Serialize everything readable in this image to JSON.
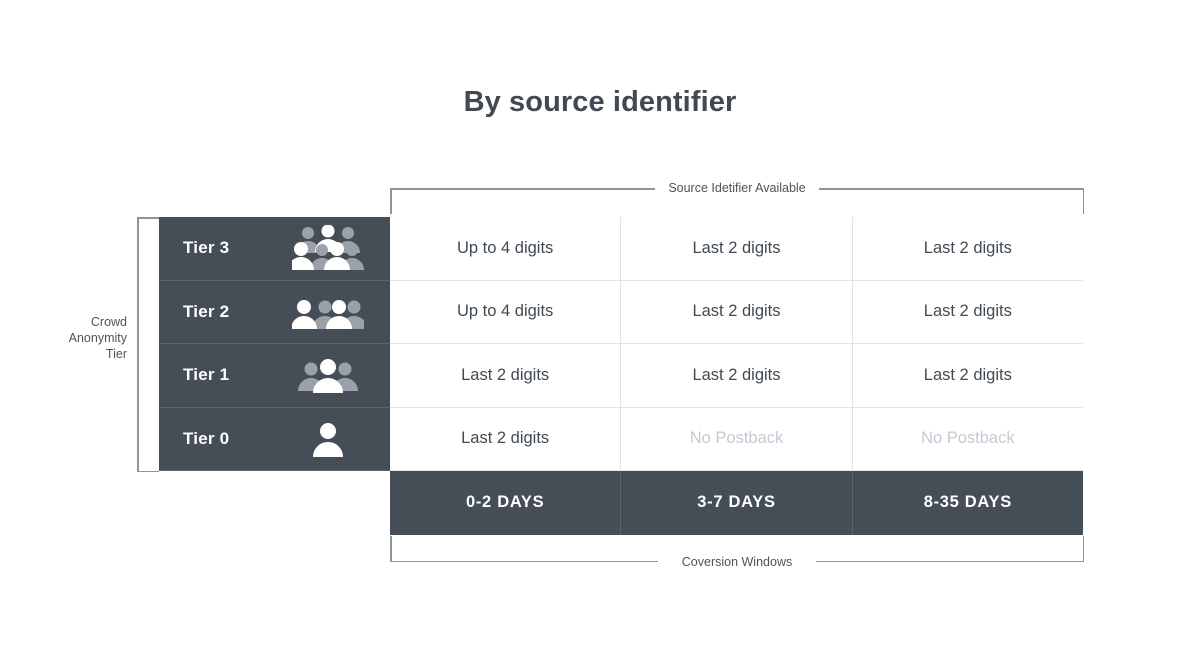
{
  "title": "By source identifier",
  "colors": {
    "panel_dark": "#454e56",
    "text_dark": "#414a52",
    "text_muted": "#c4cad2",
    "bracket_line": "#8d949d",
    "cell_border": "#e2e5e8",
    "icon_light": "#ffffff",
    "icon_gray": "#9aa1a9",
    "background": "#ffffff"
  },
  "brackets": {
    "top_label": "Source Idetifier Available",
    "bottom_label": "Coversion Windows",
    "row_axis_label": "Crowd\nAnonymity\nTier"
  },
  "row_axis_lines": [
    "Crowd",
    "Anonymity",
    "Tier"
  ],
  "chart_data": {
    "type": "table",
    "title": "By source identifier",
    "xlabel": "Coversion Windows",
    "ylabel": "Crowd Anonymity Tier",
    "column_group_label": "Source Idetifier Available",
    "columns": [
      "0-2 DAYS",
      "3-7 DAYS",
      "8-35 DAYS"
    ],
    "rows": [
      {
        "label": "Tier 3",
        "icon": "crowd-seven-people-icon",
        "people_count": 7,
        "values": [
          "Up to 4 digits",
          "Last 2 digits",
          "Last 2 digits"
        ],
        "muted": [
          false,
          false,
          false
        ]
      },
      {
        "label": "Tier 2",
        "icon": "crowd-four-people-icon",
        "people_count": 4,
        "values": [
          "Up to 4 digits",
          "Last 2 digits",
          "Last 2 digits"
        ],
        "muted": [
          false,
          false,
          false
        ]
      },
      {
        "label": "Tier 1",
        "icon": "crowd-three-people-icon",
        "people_count": 3,
        "values": [
          "Last 2 digits",
          "Last 2 digits",
          "Last 2 digits"
        ],
        "muted": [
          false,
          false,
          false
        ]
      },
      {
        "label": "Tier 0",
        "icon": "single-person-icon",
        "people_count": 1,
        "values": [
          "Last 2 digits",
          "No Postback",
          "No Postback"
        ],
        "muted": [
          false,
          true,
          true
        ]
      }
    ]
  }
}
